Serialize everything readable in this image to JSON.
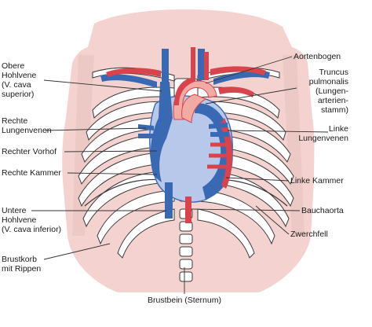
{
  "labels": {
    "obere_hohlvene": "Obere\nHohlvene\n(V. cava\nsuperior)",
    "rechte_lungenvenen": "Rechte\nLungenvenen",
    "rechter_vorhof": "Rechter Vorhof",
    "rechte_kammer": "Rechte Kammer",
    "untere_hohlvene": "Untere\nHohlvene\n(V. cava inferior)",
    "brustkorb": "Brustkorb\nmit Rippen",
    "brustbein": "Brustbein (Sternum)",
    "aortenbogen": "Aortenbogen",
    "truncus": "Truncus\npulmonalis\n(Lungen-\narterien-\nstamm)",
    "linke_lungenvenen": "Linke\nLungenvenen",
    "linke_kammer": "Linke Kammer",
    "bauchaorta": "Bauchaorta",
    "zwerchfell": "Zwerchfell"
  },
  "colors": {
    "torso": "#f3d2cf",
    "body_bg": "#ece4e4",
    "bone": "#ffffff",
    "bone_outline": "#3a3a3a",
    "vein": "#3a69b3",
    "vein_light": "#8fa9d8",
    "artery": "#d8434c",
    "artery_light": "#f2aaa4",
    "heart": "#b7c8ea",
    "leader": "#333333"
  }
}
